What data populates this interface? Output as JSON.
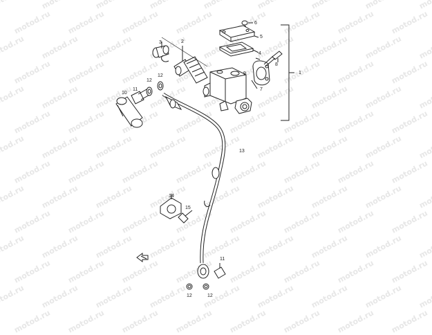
{
  "diagram": {
    "watermark": "motod.ru",
    "callouts": [
      "1",
      "2",
      "3",
      "4",
      "5",
      "6",
      "7",
      "8",
      "9",
      "10",
      "11",
      "12",
      "12",
      "13",
      "14",
      "15",
      "11",
      "12"
    ]
  }
}
